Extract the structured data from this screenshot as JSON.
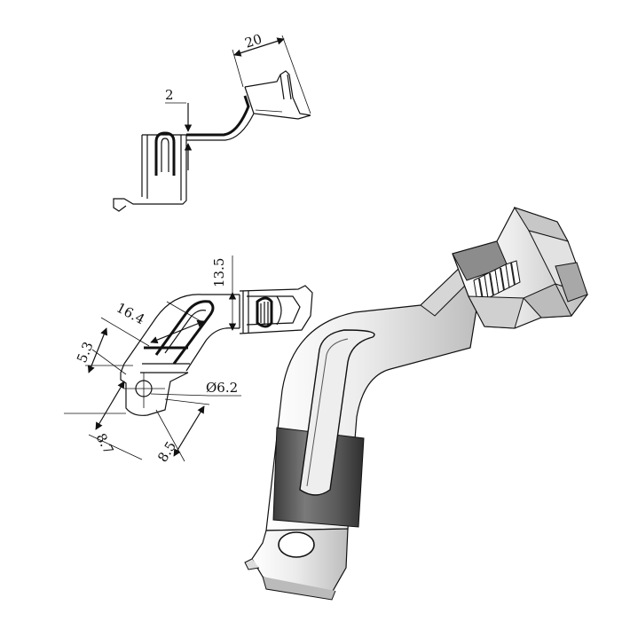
{
  "drawing": {
    "views": {
      "side": {
        "dims": {
          "width": "20",
          "thickness": "2"
        }
      },
      "plan": {
        "dims": {
          "height": "13.5",
          "slot": "16.4",
          "tab": "5.3",
          "offset": "8.7",
          "edge": "8.5",
          "hole": "Ø6.2"
        }
      },
      "iso": {}
    },
    "colors": {
      "line": "#111111",
      "shade_dark": "#555555",
      "shade_light": "#cfcfcf",
      "background": "#ffffff"
    }
  }
}
